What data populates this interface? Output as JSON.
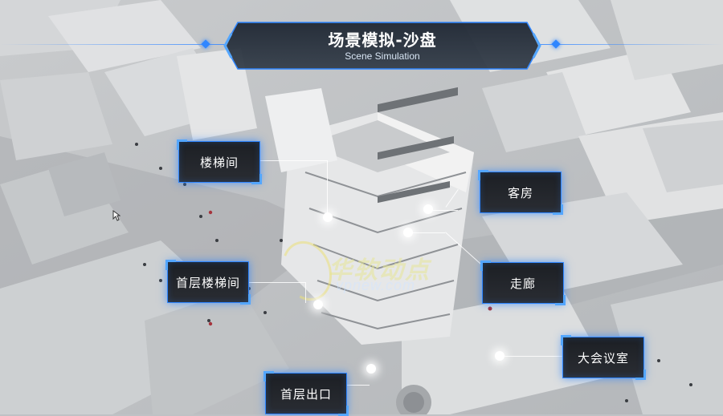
{
  "header": {
    "title": "场景模拟-沙盘",
    "subtitle": "Scene Simulation"
  },
  "labels": {
    "stairwell": "楼梯间",
    "guest_room": "客房",
    "first_floor_stairwell": "首层楼梯间",
    "corridor": "走廊",
    "conference_hall": "大会议室",
    "first_floor_exit": "首层出口"
  },
  "watermark": {
    "text": "华软动点",
    "domain": "vpnew.com"
  },
  "colors": {
    "accent": "#2f86ff",
    "card_bg": "#1c1f24",
    "scene_bg": "#bfc2c5"
  }
}
